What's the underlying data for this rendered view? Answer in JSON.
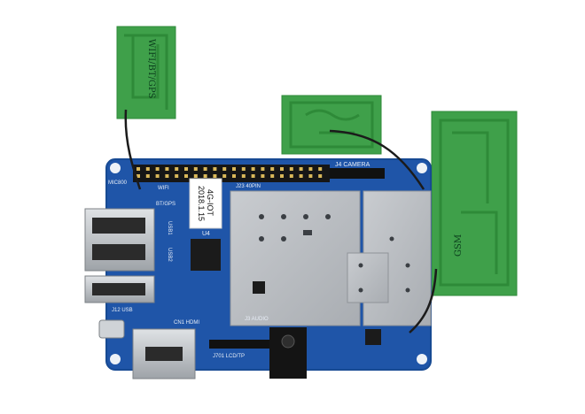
{
  "image": {
    "subject": "4G-IOT development board with WiFi/BT/GPS, camera and GSM antennas",
    "background_color": "#ffffff",
    "board_color": "#1f55a8",
    "antenna_color": "#3fa04a",
    "shield_color": "#b8bcc0"
  },
  "antennas": {
    "wifi_label": "WIFI/BT/GPS",
    "gsm_label": "GSM"
  },
  "silkscreen": {
    "product": "4G-IOT",
    "date": "2018.1.15",
    "j4_camera": "J4 CAMERA",
    "j23_40pin": "J23 40PIN",
    "mic800": "MIC800",
    "bt_gps": "BT/GPS",
    "wifi": "WIFI",
    "usb1": "USB1",
    "usb2": "USB2",
    "u4": "U4",
    "j12_usb": "J12 USB",
    "cn1_hdmi": "CN1 HDMI",
    "j3_audio": "J3 AUDIO",
    "j701_lcd_tp": "J701 LCD/TP"
  }
}
